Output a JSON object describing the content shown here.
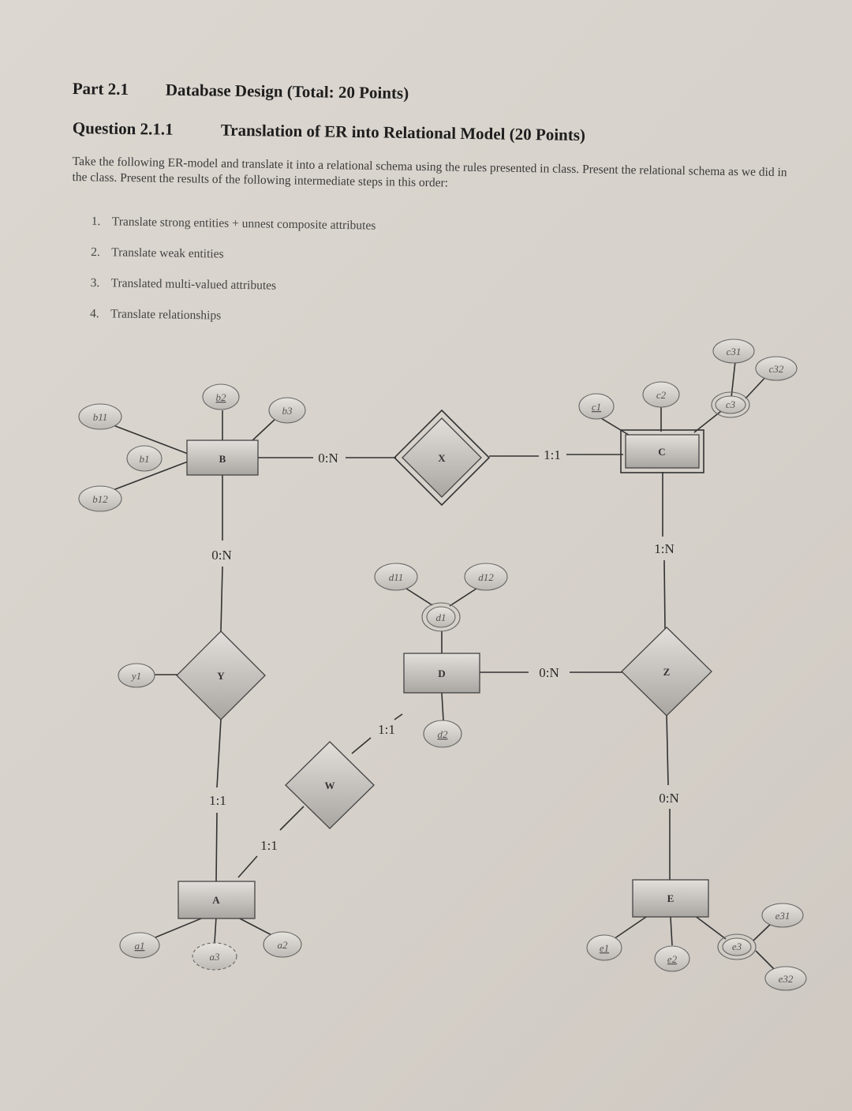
{
  "header": {
    "part_num": "Part 2.1",
    "part_title": "Database Design (Total: 20 Points)",
    "question_num": "Question 2.1.1",
    "question_title": "Translation of ER into Relational Model (20 Points)"
  },
  "intro": "Take the following ER-model and translate it into a relational schema using the rules presented in class. Present the relational schema as we did in the class. Present the results of the following intermediate steps in this order:",
  "steps": [
    {
      "num": "1.",
      "text": "Translate strong entities + unnest composite attributes"
    },
    {
      "num": "2.",
      "text": "Translate weak entities"
    },
    {
      "num": "3.",
      "text": "Translated multi-valued attributes"
    },
    {
      "num": "4.",
      "text": "Translate relationships"
    }
  ],
  "diagram": {
    "entities": {
      "B": "B",
      "C": "C",
      "D": "D",
      "A": "A",
      "E": "E"
    },
    "relationships": {
      "X": "X",
      "Y": "Y",
      "Z": "Z",
      "W": "W"
    },
    "cardinalities": {
      "b_x": "0:N",
      "x_c": "1:1",
      "b_y": "0:N",
      "c_z": "1:N",
      "d_z": "0:N",
      "d_w": "1:1",
      "y_a": "1:1",
      "w_a": "1:1",
      "z_e": "0:N"
    },
    "attributes": {
      "b11": "b11",
      "b12": "b12",
      "b1": "b1",
      "b2": "b2",
      "b3": "b3",
      "c1": "c1",
      "c2": "c2",
      "c3": "c3",
      "c31": "c31",
      "c32": "c32",
      "d11": "d11",
      "d12": "d12",
      "d1": "d1",
      "d2": "d2",
      "y1": "y1",
      "a1": "a1",
      "a2": "a2",
      "a3": "a3",
      "e1": "e1",
      "e2": "e2",
      "e3": "e3",
      "e31": "e31",
      "e32": "e32"
    }
  }
}
